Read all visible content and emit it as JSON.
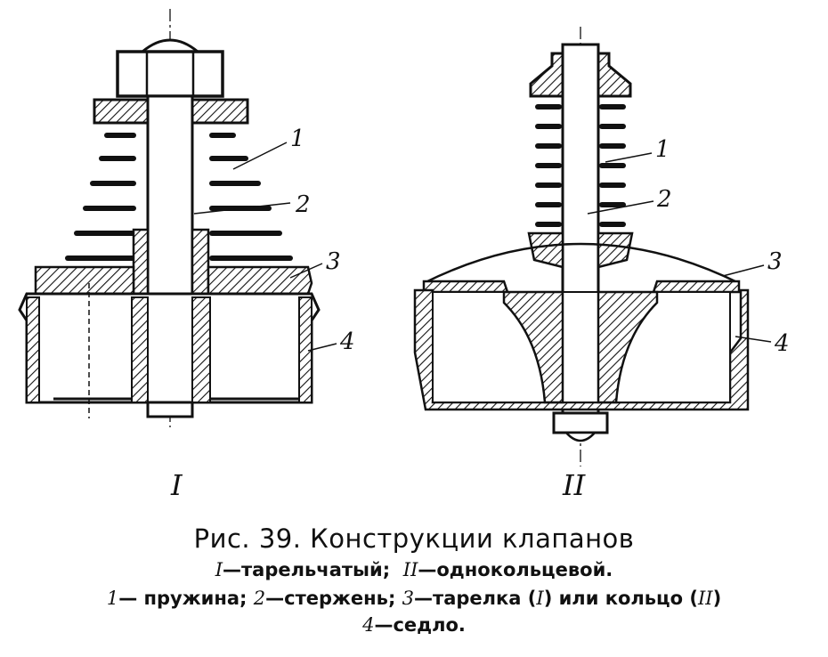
{
  "figure": {
    "valve_1": {
      "roman_label": "I",
      "callouts": [
        "1",
        "2",
        "3",
        "4"
      ]
    },
    "valve_2": {
      "roman_label": "II",
      "callouts": [
        "1",
        "2",
        "3",
        "4"
      ]
    }
  },
  "caption": {
    "title": "Рис. 39. Конструкции клапанов",
    "line1": {
      "n1": "I",
      "t1": "—тарельчатый;",
      "n2": "II",
      "t2": "—однокольцевой."
    },
    "line2": {
      "n1": "1",
      "t1": "— пружина;",
      "n2": "2",
      "t2": "—стержень;",
      "n3": "3",
      "t3": "—тарелка (",
      "r1": "I",
      "t4": ") или кольцо (",
      "r2": "II",
      "t5": ")"
    },
    "line3": {
      "n1": "4",
      "t1": "—седло."
    }
  }
}
